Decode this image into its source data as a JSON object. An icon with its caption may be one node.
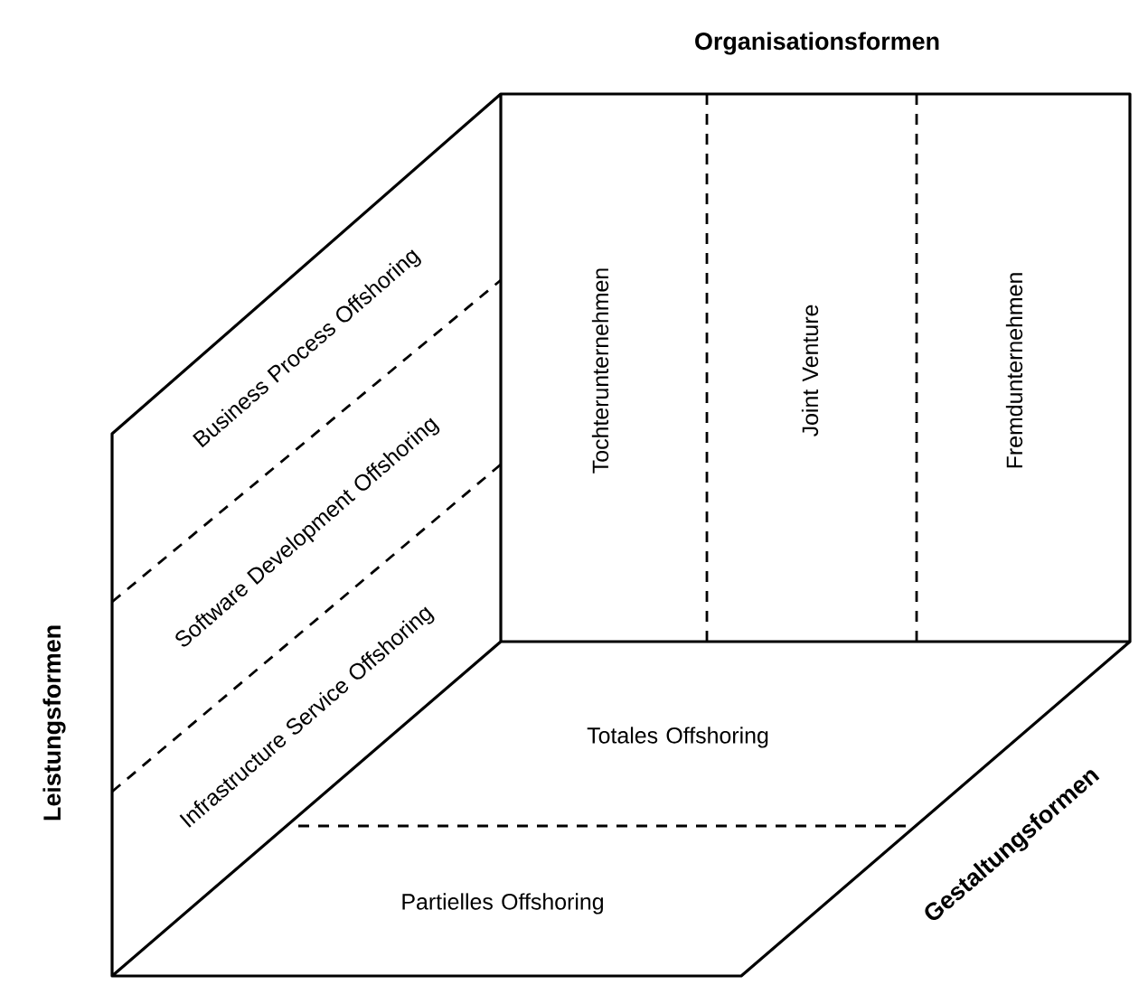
{
  "diagram": {
    "title": "Organisationsformen",
    "nodes": [
      {
        "text": [
          "Tochterunternehmen"
        ]
      },
      {
        "text": [
          "Joint Venture"
        ]
      },
      {
        "text": [
          "Fremdunternehmen"
        ]
      },
      {
        "text": [
          "Business Process Offshoring"
        ]
      },
      {
        "text": [
          "Software Development Offshoring"
        ]
      },
      {
        "text": [
          "Infrastructure Service Offshoring"
        ]
      },
      {
        "text": [
          "Totales Offshoring"
        ]
      },
      {
        "text": [
          "Partielles Offshoring"
        ]
      }
    ],
    "labels": [
      "Leistungsformen",
      "Gestaltungsformen"
    ]
  }
}
